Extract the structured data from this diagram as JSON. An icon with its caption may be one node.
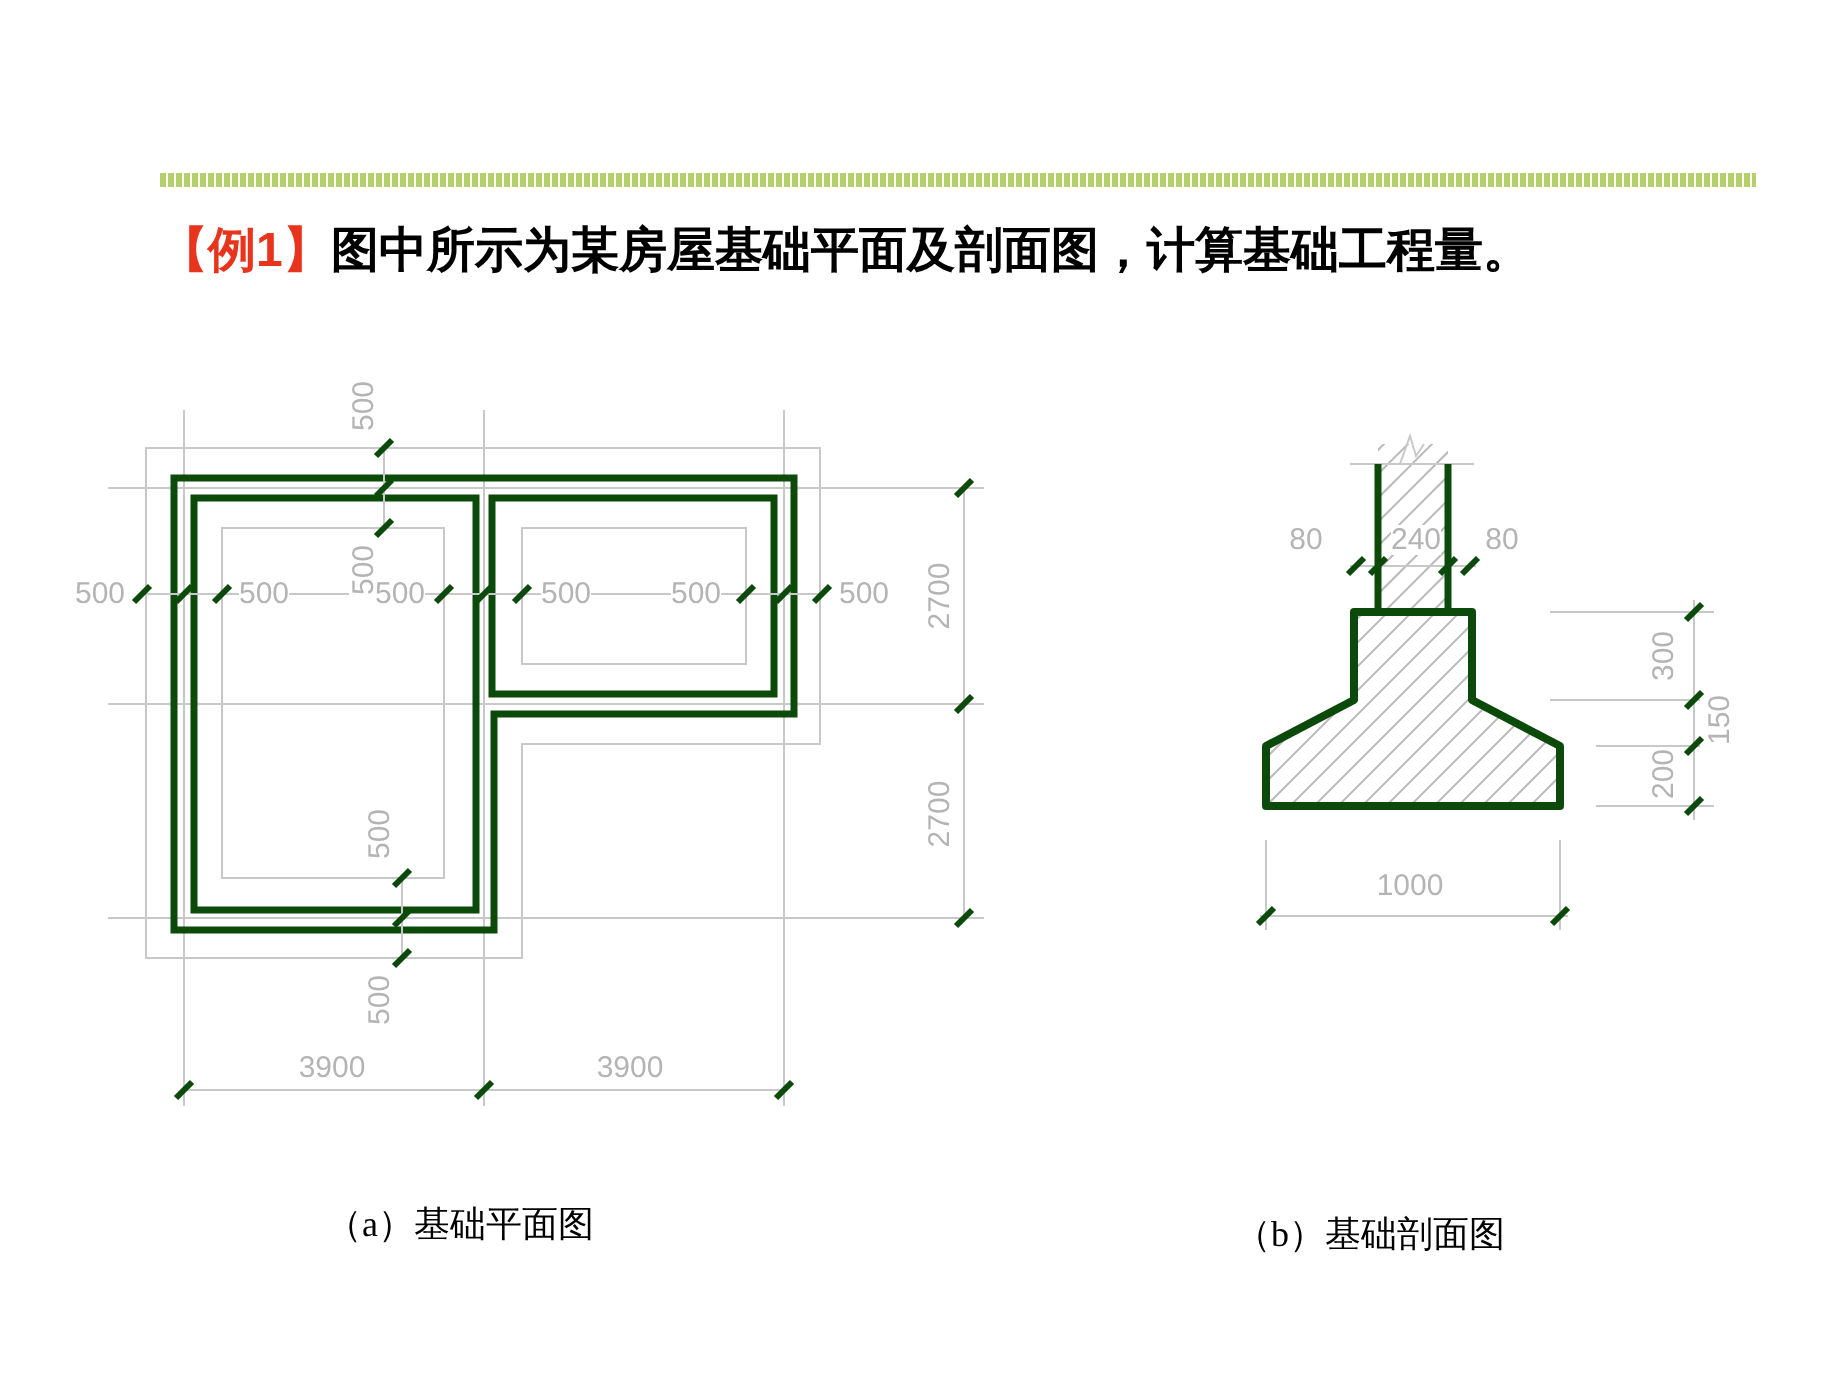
{
  "diagram": {
    "title": "图中所示为某房屋基础平面及剖面图，计算基础工程量。",
    "labels": [
      "【例1】",
      "500",
      "500",
      "500",
      "500",
      "500",
      "500",
      "500",
      "500",
      "2700",
      "500",
      "2700",
      "500",
      "3900",
      "3900",
      "80",
      "240",
      "80",
      "300",
      "150",
      "200",
      "1000",
      "（a）基础平面图",
      "（b）基础剖面图"
    ]
  }
}
